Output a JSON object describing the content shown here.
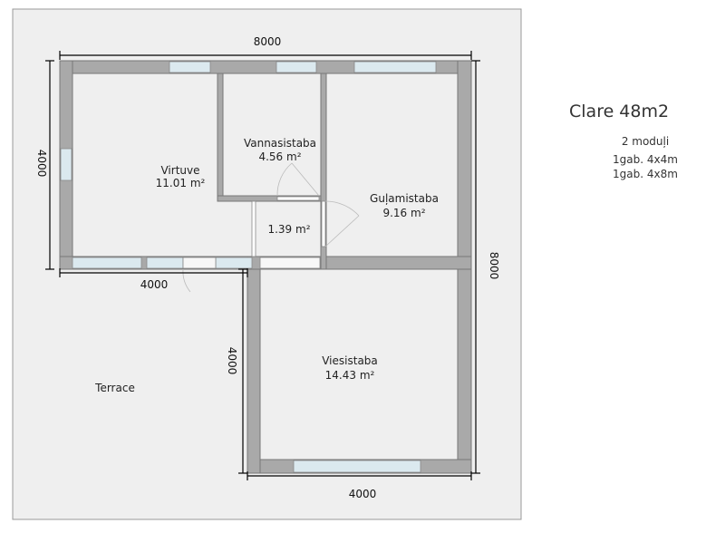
{
  "info": {
    "title": "Clare 48m2",
    "modules": "2 moduļi",
    "unit1": "1gab. 4x4m",
    "unit2": "1gab. 4x8m"
  },
  "rooms": {
    "virtuve": {
      "name": "Virtuve",
      "area": "11.01 m²"
    },
    "vannasistaba": {
      "name": "Vannasistaba",
      "area": "4.56 m²"
    },
    "hall": {
      "area": "1.39 m²"
    },
    "gulamistaba": {
      "name": "Guļamistaba",
      "area": "9.16 m²"
    },
    "viesistaba": {
      "name": "Viesistaba",
      "area": "14.43 m²"
    },
    "terrace": {
      "name": "Terrace"
    }
  },
  "dimensions": {
    "top": "8000",
    "left": "4000",
    "bottom_left": "4000",
    "lower_left": "4000",
    "bottom": "4000",
    "right": "8000"
  },
  "colors": {
    "wall": "#a9a9a9",
    "floor": "#efefef",
    "window": "#dbe9ef"
  }
}
